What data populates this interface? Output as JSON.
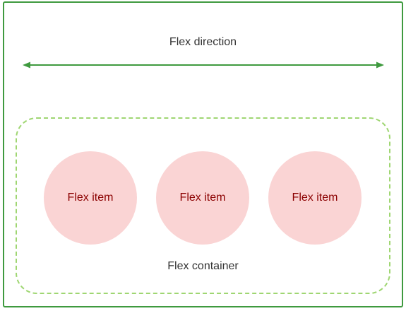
{
  "diagram": {
    "direction_label": "Flex direction",
    "container_label": "Flex container",
    "items": [
      {
        "label": "Flex item"
      },
      {
        "label": "Flex item"
      },
      {
        "label": "Flex item"
      }
    ]
  },
  "colors": {
    "frame_border": "#3f9a3f",
    "arrow": "#3f9a3f",
    "container_border": "#9fd672",
    "item_fill": "#fad4d4",
    "item_text": "#8b0000",
    "label_text": "#333333"
  }
}
